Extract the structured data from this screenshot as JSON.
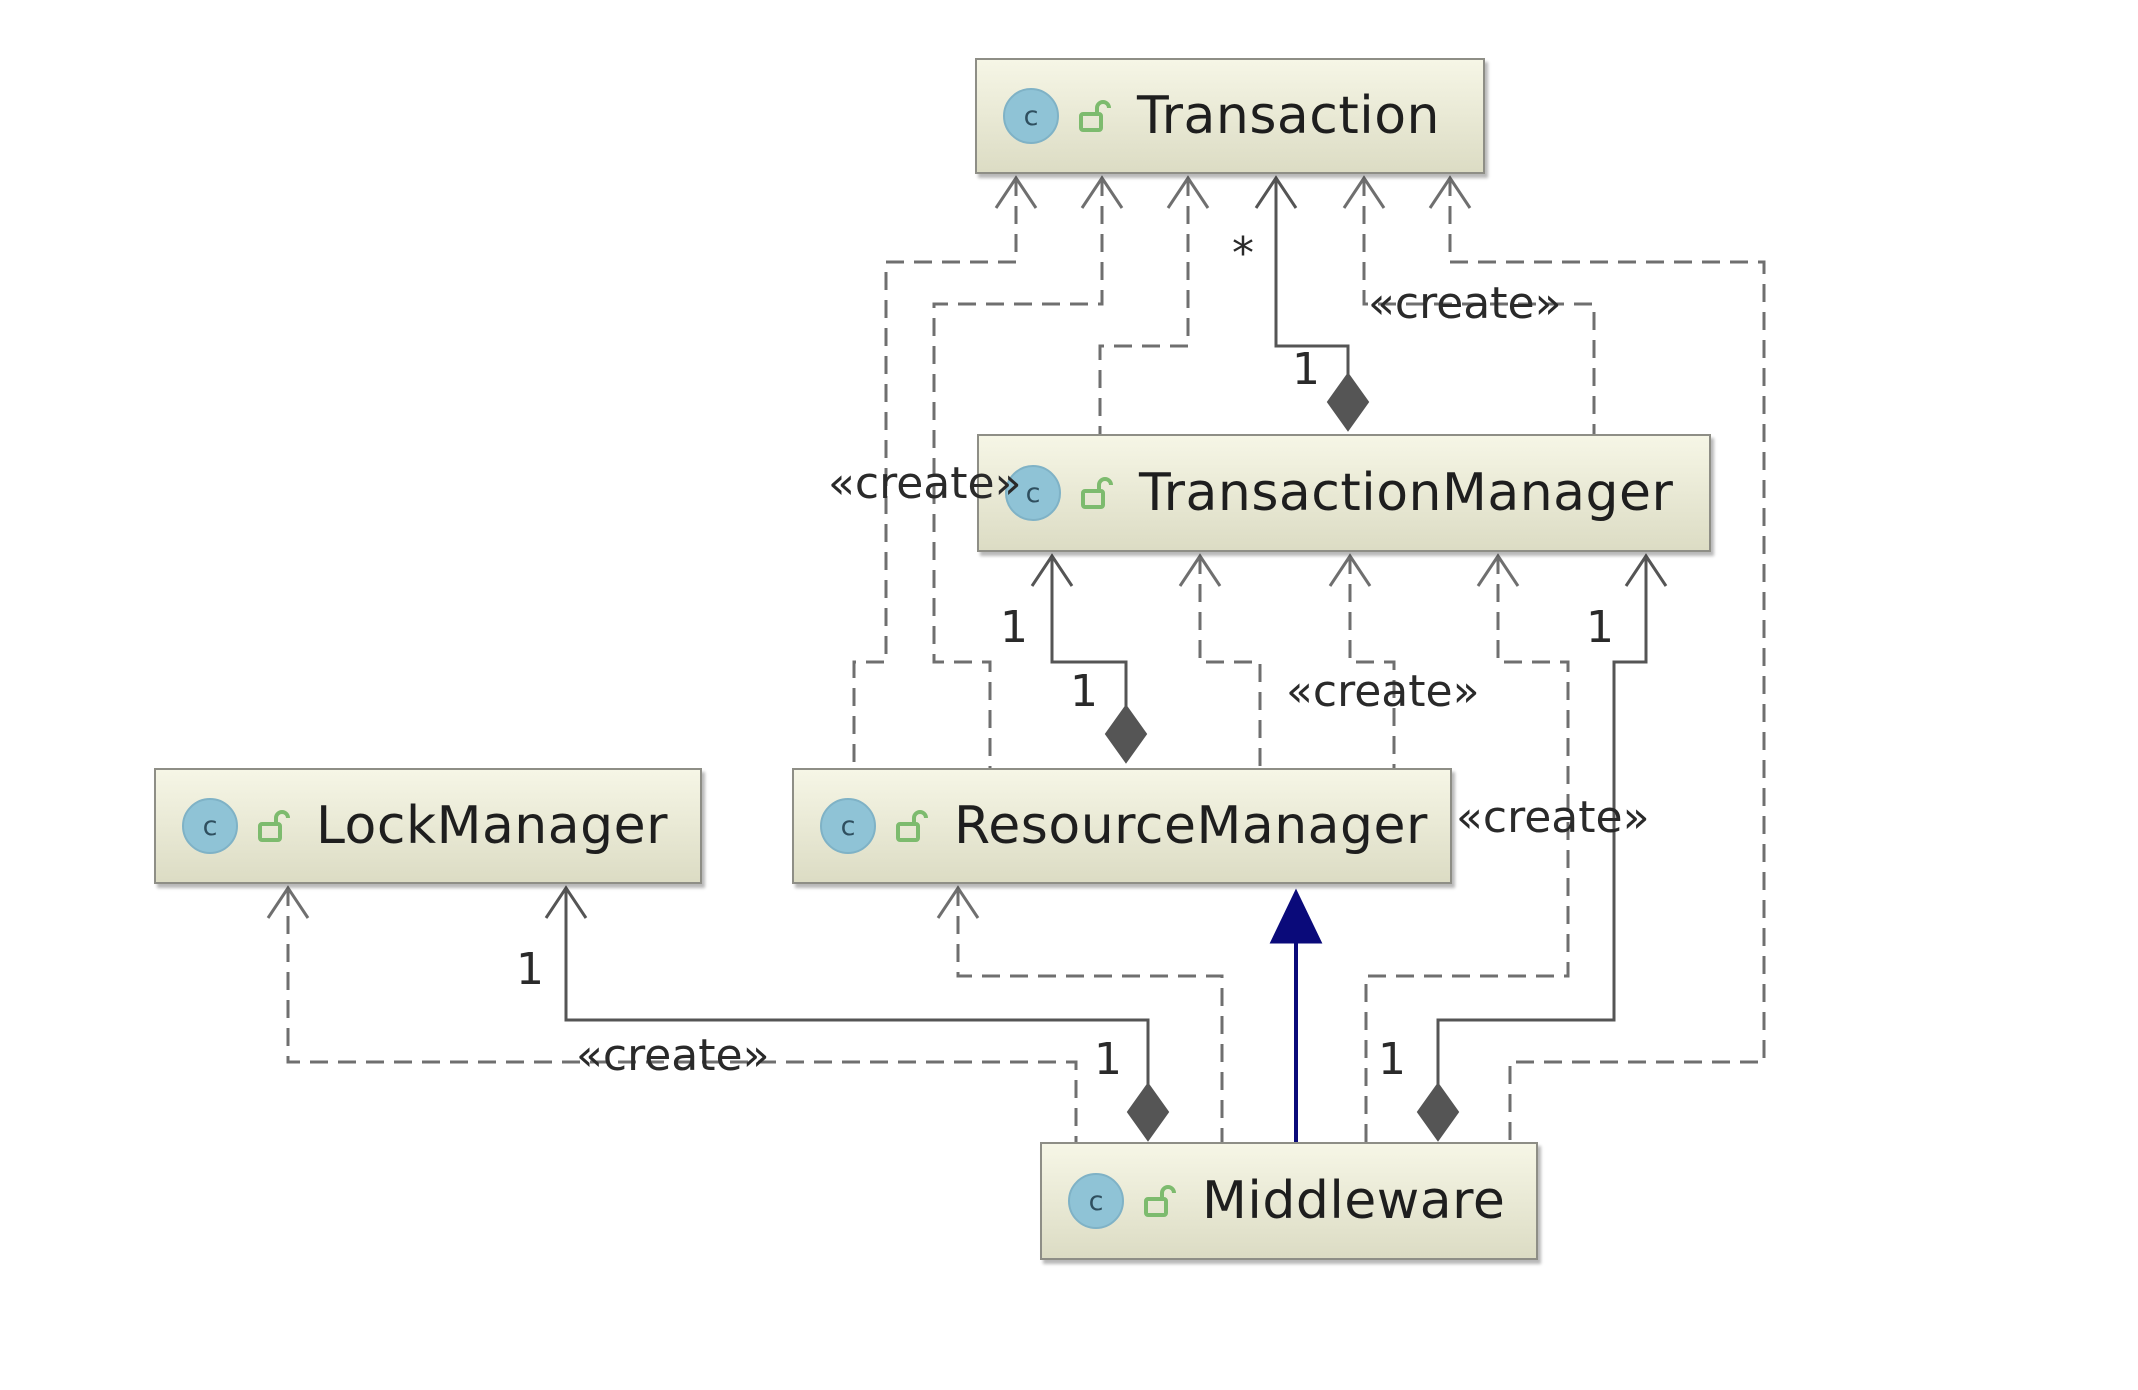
{
  "classes": {
    "transaction": {
      "name": "Transaction",
      "icon": "class-c-icon",
      "badge": "public-lock-icon"
    },
    "transaction_manager": {
      "name": "TransactionManager",
      "icon": "class-c-icon",
      "badge": "public-lock-icon"
    },
    "lock_manager": {
      "name": "LockManager",
      "icon": "class-c-icon",
      "badge": "public-lock-icon"
    },
    "resource_manager": {
      "name": "ResourceManager",
      "icon": "class-c-icon",
      "badge": "public-lock-icon"
    },
    "middleware": {
      "name": "Middleware",
      "icon": "class-c-icon",
      "badge": "public-lock-icon"
    }
  },
  "icon_letter": "c",
  "labels": {
    "create": "«create»",
    "one": "1",
    "many": "*"
  },
  "colors": {
    "box_fill_top": "#f6f6e6",
    "box_fill_bottom": "#dcdcc4",
    "box_border": "#8e8e86",
    "dependency_line": "#6f6f6f",
    "association_line": "#555555",
    "inheritance_line": "#0a0a7a",
    "diamond": "#555555",
    "class_icon": "#8fc3d6",
    "lock_icon": "#7dbb6e"
  }
}
